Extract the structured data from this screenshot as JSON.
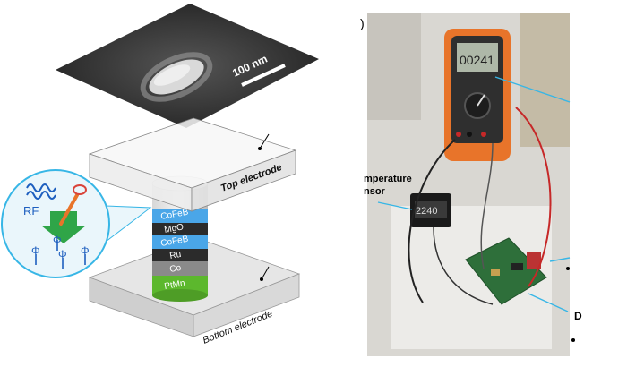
{
  "left_panel": {
    "scale_bar": "100 nm",
    "top_electrode": "Top electrode",
    "bottom_electrode": "Bottom electrode",
    "rf_label": "RF",
    "phi": "Φ",
    "layers": [
      "CoFeB",
      "MgO",
      "CoFeB",
      "Ru",
      "Co",
      "PtMn"
    ],
    "layer_colors": [
      "#4aa6e8",
      "#2b2b2b",
      "#4aa6e8",
      "#2b2b2b",
      "#8a8a8a",
      "#5cb82d"
    ]
  },
  "right_panel": {
    "panel_letter": ")",
    "temperature_label_line1": "mperature",
    "temperature_label_line2": "nsor",
    "multimeter_reading": "00241",
    "sensor_reading": "2240",
    "edge_label_d": "D"
  },
  "colors": {
    "accent_blue": "#37b6e6",
    "sem_bg": "#2f2f2f",
    "orange_meter": "#e8742a"
  }
}
